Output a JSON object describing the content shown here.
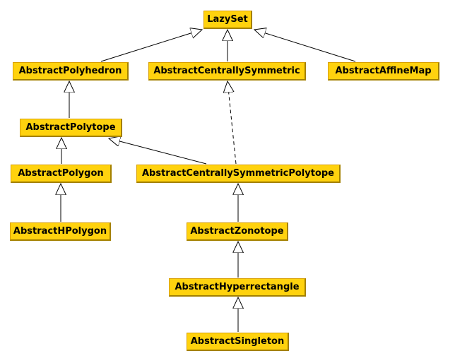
{
  "diagram": {
    "type": "class-inheritance-hierarchy",
    "colors": {
      "background": "#FFFFFF",
      "node_fill": "#FFD20E",
      "node_border": "#D99F00",
      "node_shadow": "#A38000",
      "edge_line": "#000000",
      "arrowhead_fill": "#FFFFFF",
      "label_text": "#000000"
    },
    "nodes": {
      "lazyset": {
        "label": "LazySet"
      },
      "polyhedron": {
        "label": "AbstractPolyhedron"
      },
      "centrally_symmetric": {
        "label": "AbstractCentrallySymmetric"
      },
      "affine_map": {
        "label": "AbstractAffineMap"
      },
      "polytope": {
        "label": "AbstractPolytope"
      },
      "polygon": {
        "label": "AbstractPolygon"
      },
      "centrally_symmetric_polytope": {
        "label": "AbstractCentrallySymmetricPolytope"
      },
      "hpolygon": {
        "label": "AbstractHPolygon"
      },
      "zonotope": {
        "label": "AbstractZonotope"
      },
      "hyperrectangle": {
        "label": "AbstractHyperrectangle"
      },
      "singleton": {
        "label": "AbstractSingleton"
      }
    },
    "edges": [
      {
        "child": "AbstractPolyhedron",
        "parent": "LazySet",
        "line": "solid",
        "arrowhead": "hollow-triangle"
      },
      {
        "child": "AbstractCentrallySymmetric",
        "parent": "LazySet",
        "line": "solid",
        "arrowhead": "hollow-triangle"
      },
      {
        "child": "AbstractAffineMap",
        "parent": "LazySet",
        "line": "solid",
        "arrowhead": "hollow-triangle"
      },
      {
        "child": "AbstractPolytope",
        "parent": "AbstractPolyhedron",
        "line": "solid",
        "arrowhead": "hollow-triangle"
      },
      {
        "child": "AbstractPolygon",
        "parent": "AbstractPolytope",
        "line": "solid",
        "arrowhead": "hollow-triangle"
      },
      {
        "child": "AbstractCentrallySymmetricPolytope",
        "parent": "AbstractPolytope",
        "line": "solid",
        "arrowhead": "hollow-triangle"
      },
      {
        "child": "AbstractCentrallySymmetricPolytope",
        "parent": "AbstractCentrallySymmetric",
        "line": "dashed",
        "arrowhead": "hollow-triangle"
      },
      {
        "child": "AbstractHPolygon",
        "parent": "AbstractPolygon",
        "line": "solid",
        "arrowhead": "hollow-triangle"
      },
      {
        "child": "AbstractZonotope",
        "parent": "AbstractCentrallySymmetricPolytope",
        "line": "solid",
        "arrowhead": "hollow-triangle"
      },
      {
        "child": "AbstractHyperrectangle",
        "parent": "AbstractZonotope",
        "line": "solid",
        "arrowhead": "hollow-triangle"
      },
      {
        "child": "AbstractSingleton",
        "parent": "AbstractHyperrectangle",
        "line": "solid",
        "arrowhead": "hollow-triangle"
      }
    ]
  }
}
